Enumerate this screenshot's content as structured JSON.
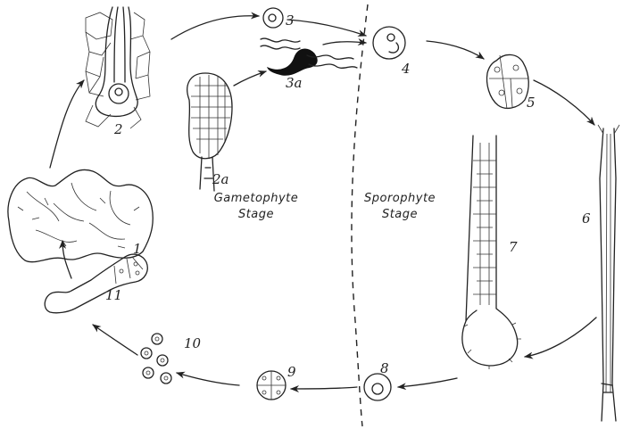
{
  "diagram": {
    "stages": {
      "gametophyte": {
        "line1": "Gametophyte",
        "line2": "Stage"
      },
      "sporophyte": {
        "line1": "Sporophyte",
        "line2": "Stage"
      }
    },
    "labels": {
      "n1": "1",
      "n2": "2",
      "n2a": "2a",
      "n3": "3",
      "n3a": "3a",
      "n4": "4",
      "n5": "5",
      "n6": "6",
      "n7": "7",
      "n8": "8",
      "n9": "9",
      "n10": "10",
      "n11": "11"
    }
  }
}
